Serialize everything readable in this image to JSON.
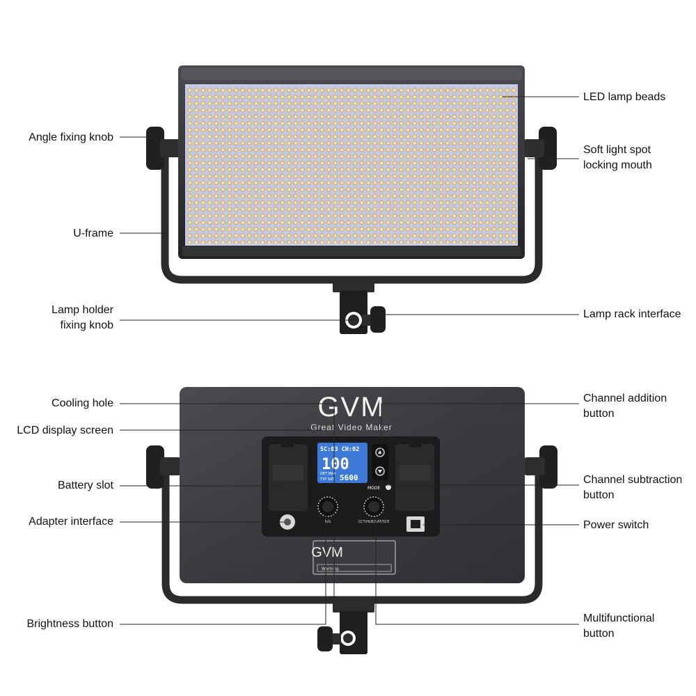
{
  "front_labels": {
    "led_lamp_beads": "LED lamp beads",
    "angle_fixing_knob": "Angle fixing knob",
    "soft_light_line1": "Soft light spot",
    "soft_light_line2": "locking mouth",
    "u_frame": "U-frame",
    "holder_knob_line1": "Lamp holder",
    "holder_knob_line2": "fixing knob",
    "lamp_rack_interface": "Lamp rack interface"
  },
  "back_labels": {
    "cooling_hole": "Cooling hole",
    "lcd_display": "LCD display screen",
    "battery_slot": "Battery slot",
    "adapter_interface": "Adapter interface",
    "brightness_button": "Brightness button",
    "ch_add_line1": "Channel addition",
    "ch_add_line2": "button",
    "ch_sub_line1": "Channel subtraction",
    "ch_sub_line2": "button",
    "power_switch": "Power switch",
    "multi_line1": "Multifunctional",
    "multi_line2": "button"
  },
  "device": {
    "brand": "GVM",
    "tagline": "Great Video Maker",
    "lcd_channel": "SC:03 CH:02",
    "lcd_brightness": "100",
    "lcd_temperature": "5600",
    "lcd_mode": "DET MAX",
    "lcd_sub": "TYP SAT",
    "mode_label": "MODE",
    "knob_left_label": "B/G",
    "knob_right_label": "CCT/HUE/SAT/SCE",
    "plate_brand": "GVM",
    "plate_warning": "Warning"
  },
  "colors": {
    "panel_dark": "#2b2b2d",
    "panel_back": "#3a3b3d",
    "led_panel": "#c9cde6",
    "led_warm": "#e8c98a",
    "led_cool": "#f4f2ea",
    "lcd_blue": "#3d79d6"
  }
}
